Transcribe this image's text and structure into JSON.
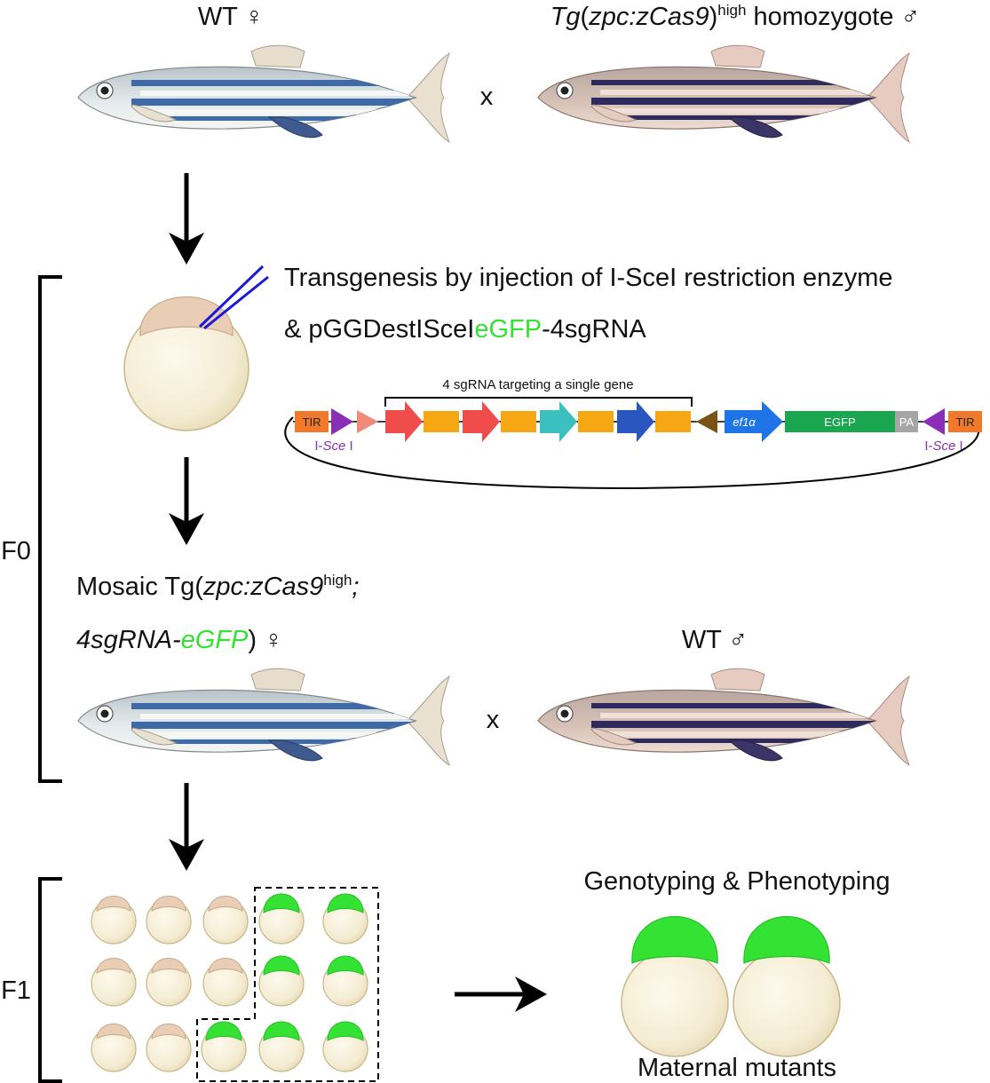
{
  "top": {
    "wt_female": "WT ♀",
    "tg_male_prefix": "Tg",
    "tg_male_gene": "zpc:zCas9",
    "tg_male_sup": "high",
    "tg_male_suffix": " homozygote ♂",
    "cross_symbol": "x"
  },
  "injection": {
    "line1": "Transgenesis by injection of I-SceI restriction enzyme",
    "line2_prefix": "& pGGDestISceI",
    "line2_green": "eGFP",
    "line2_suffix": "-4sgRNA"
  },
  "plasmid": {
    "bracket_label": "4 sgRNA targeting a single gene",
    "tir_left": "TIR",
    "tir_right": "TIR",
    "promoter": "ef1α",
    "egfp": "EGFP",
    "pa": "PA",
    "isce_left_a": "I-",
    "isce_left_b": "Sce",
    "isce_left_c": " I",
    "isce_right_a": "I-",
    "isce_right_b": "Sce",
    "isce_right_c": " I"
  },
  "generation": {
    "f0": "F0",
    "f1": "F1"
  },
  "mosaic": {
    "line1_prefix": "Mosaic Tg(",
    "line1_gene": "zpc:zCas9",
    "line1_sup": "high",
    "line1_semicolon": ";",
    "line2_a": "4sgRNA-",
    "line2_green": "eGFP",
    "line2_b": ") ♀"
  },
  "wt_male": "WT ♂",
  "cross_symbol_2": "x",
  "results": {
    "genotyping": "Genotyping & Phenotyping",
    "maternal": "Maternal mutants"
  },
  "colors": {
    "gfp_green": "#33e233",
    "tir_orange": "#f07a2a",
    "isce_purple": "#8a2eb5",
    "sgrna_red": "#f04c4c",
    "scaffold_orange": "#f7a614",
    "teal": "#3bbfbf",
    "dark_blue": "#2a56c0",
    "brown": "#7a5216",
    "ef1a_blue": "#1f74e8",
    "egfp_green": "#1aa64f",
    "pa_gray": "#a6a6a6"
  }
}
